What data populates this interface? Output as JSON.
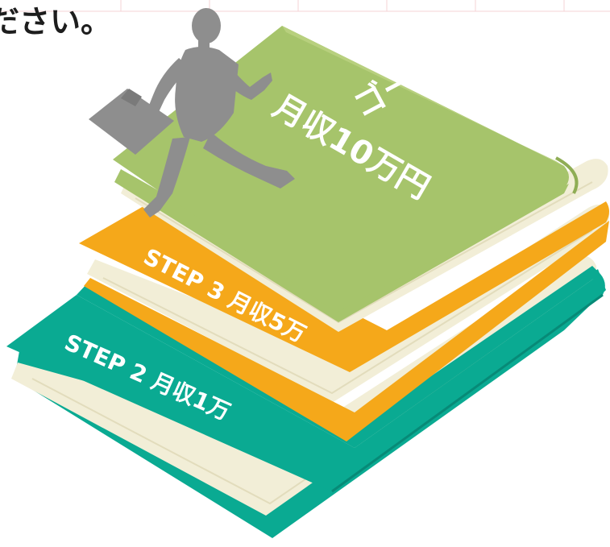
{
  "header": {
    "text": "ださい。"
  },
  "books": {
    "bottom": {
      "label": "STEP 2 月収1万",
      "color": "#0aaa92",
      "page_color": "#f2eed7"
    },
    "middle": {
      "label": "STEP 3 月収5万",
      "color": "#f5a81a",
      "page_color": "#f2eed7"
    },
    "top": {
      "label_line1": "ゴール",
      "label_line2": "月収10万円",
      "color": "#a6c46b",
      "page_color": "#f2eed7"
    }
  },
  "figure": {
    "icon": "businessman-running-with-briefcase",
    "color": "#8e8e8e"
  },
  "background": {
    "grid_color": "#f3c9cb"
  }
}
